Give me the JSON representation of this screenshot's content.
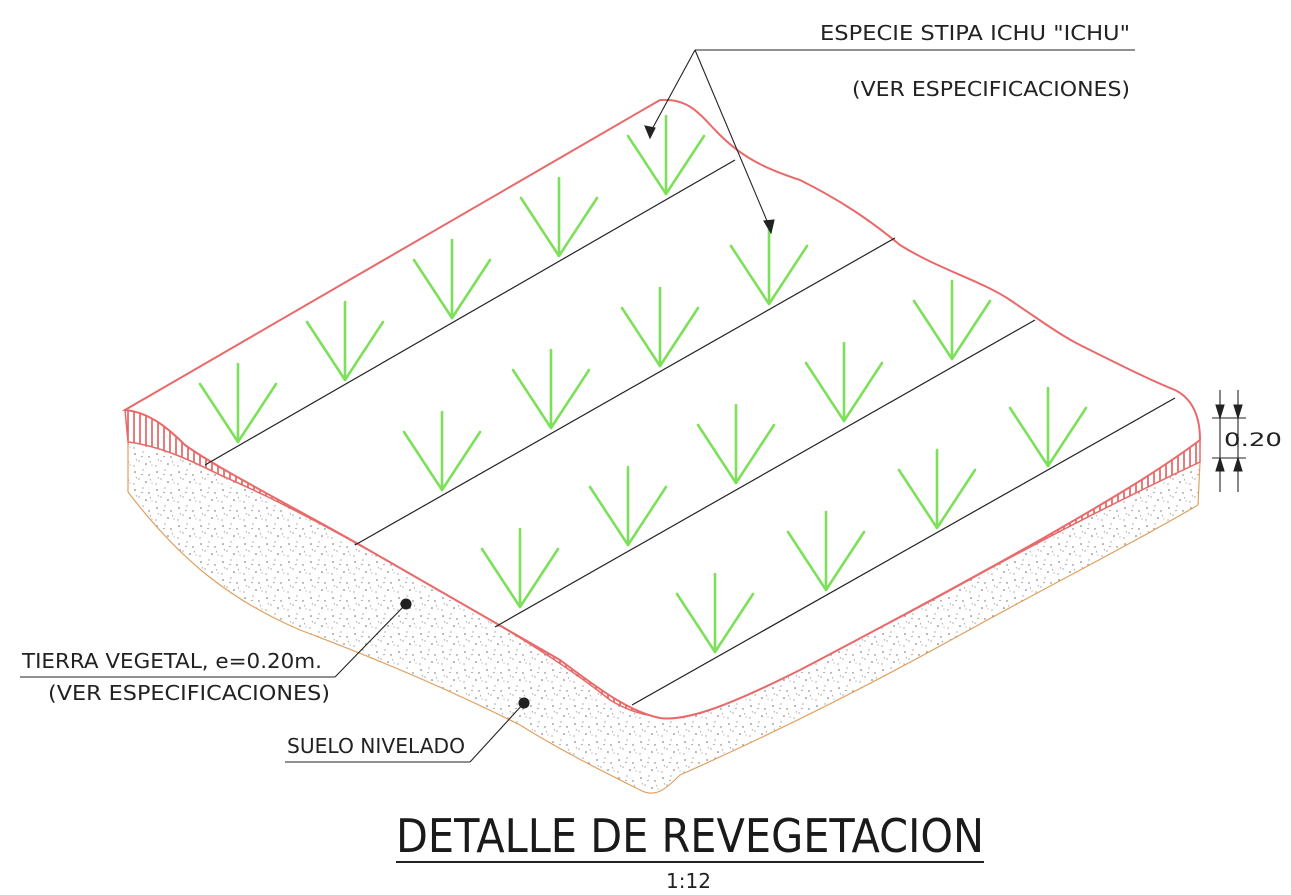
{
  "drawing": {
    "title": "DETALLE DE REVEGETACION",
    "scale": "1:12"
  },
  "labels": {
    "species": "ESPECIE STIPA ICHU \"ICHU\"",
    "species_note": "(VER ESPECIFICACIONES)",
    "topsoil": "TIERRA VEGETAL, e=0.20m.",
    "topsoil_note": "(VER ESPECIFICACIONES)",
    "leveled_soil": "SUELO NIVELADO",
    "dimension": "0.20"
  },
  "colors": {
    "outline": "#e86a6a",
    "hatch": "#e05a5a",
    "plant": "#7de05a",
    "soil_dots": "#555555",
    "soil_edge": "#e0a060",
    "ink": "#222222"
  },
  "rows": 4,
  "plants_per_row": [
    5,
    4,
    5,
    4
  ]
}
